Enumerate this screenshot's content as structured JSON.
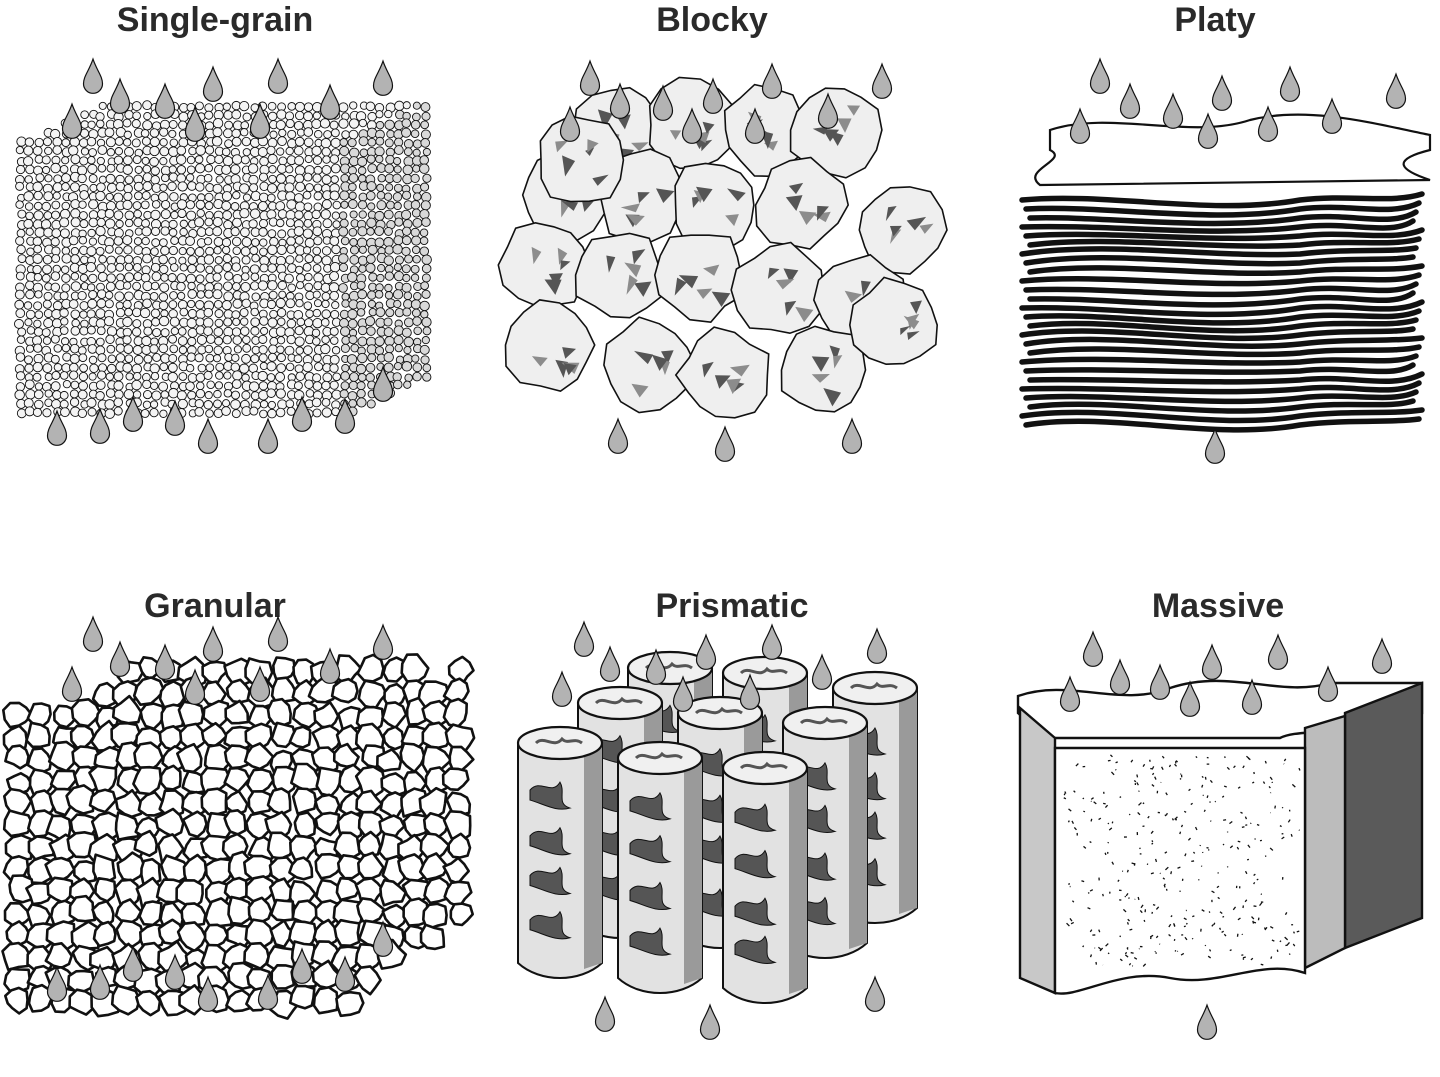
{
  "figure": {
    "panels": [
      {
        "id": "single-grain",
        "label": "Single-grain"
      },
      {
        "id": "blocky",
        "label": "Blocky"
      },
      {
        "id": "platy",
        "label": "Platy"
      },
      {
        "id": "granular",
        "label": "Granular"
      },
      {
        "id": "prismatic",
        "label": "Prismatic"
      },
      {
        "id": "massive",
        "label": "Massive"
      }
    ]
  },
  "colors": {
    "ink": "#111111",
    "drop": "#b3b3b3",
    "shade": "#8c8c8c",
    "dark": "#555555",
    "paper": "#ffffff"
  }
}
